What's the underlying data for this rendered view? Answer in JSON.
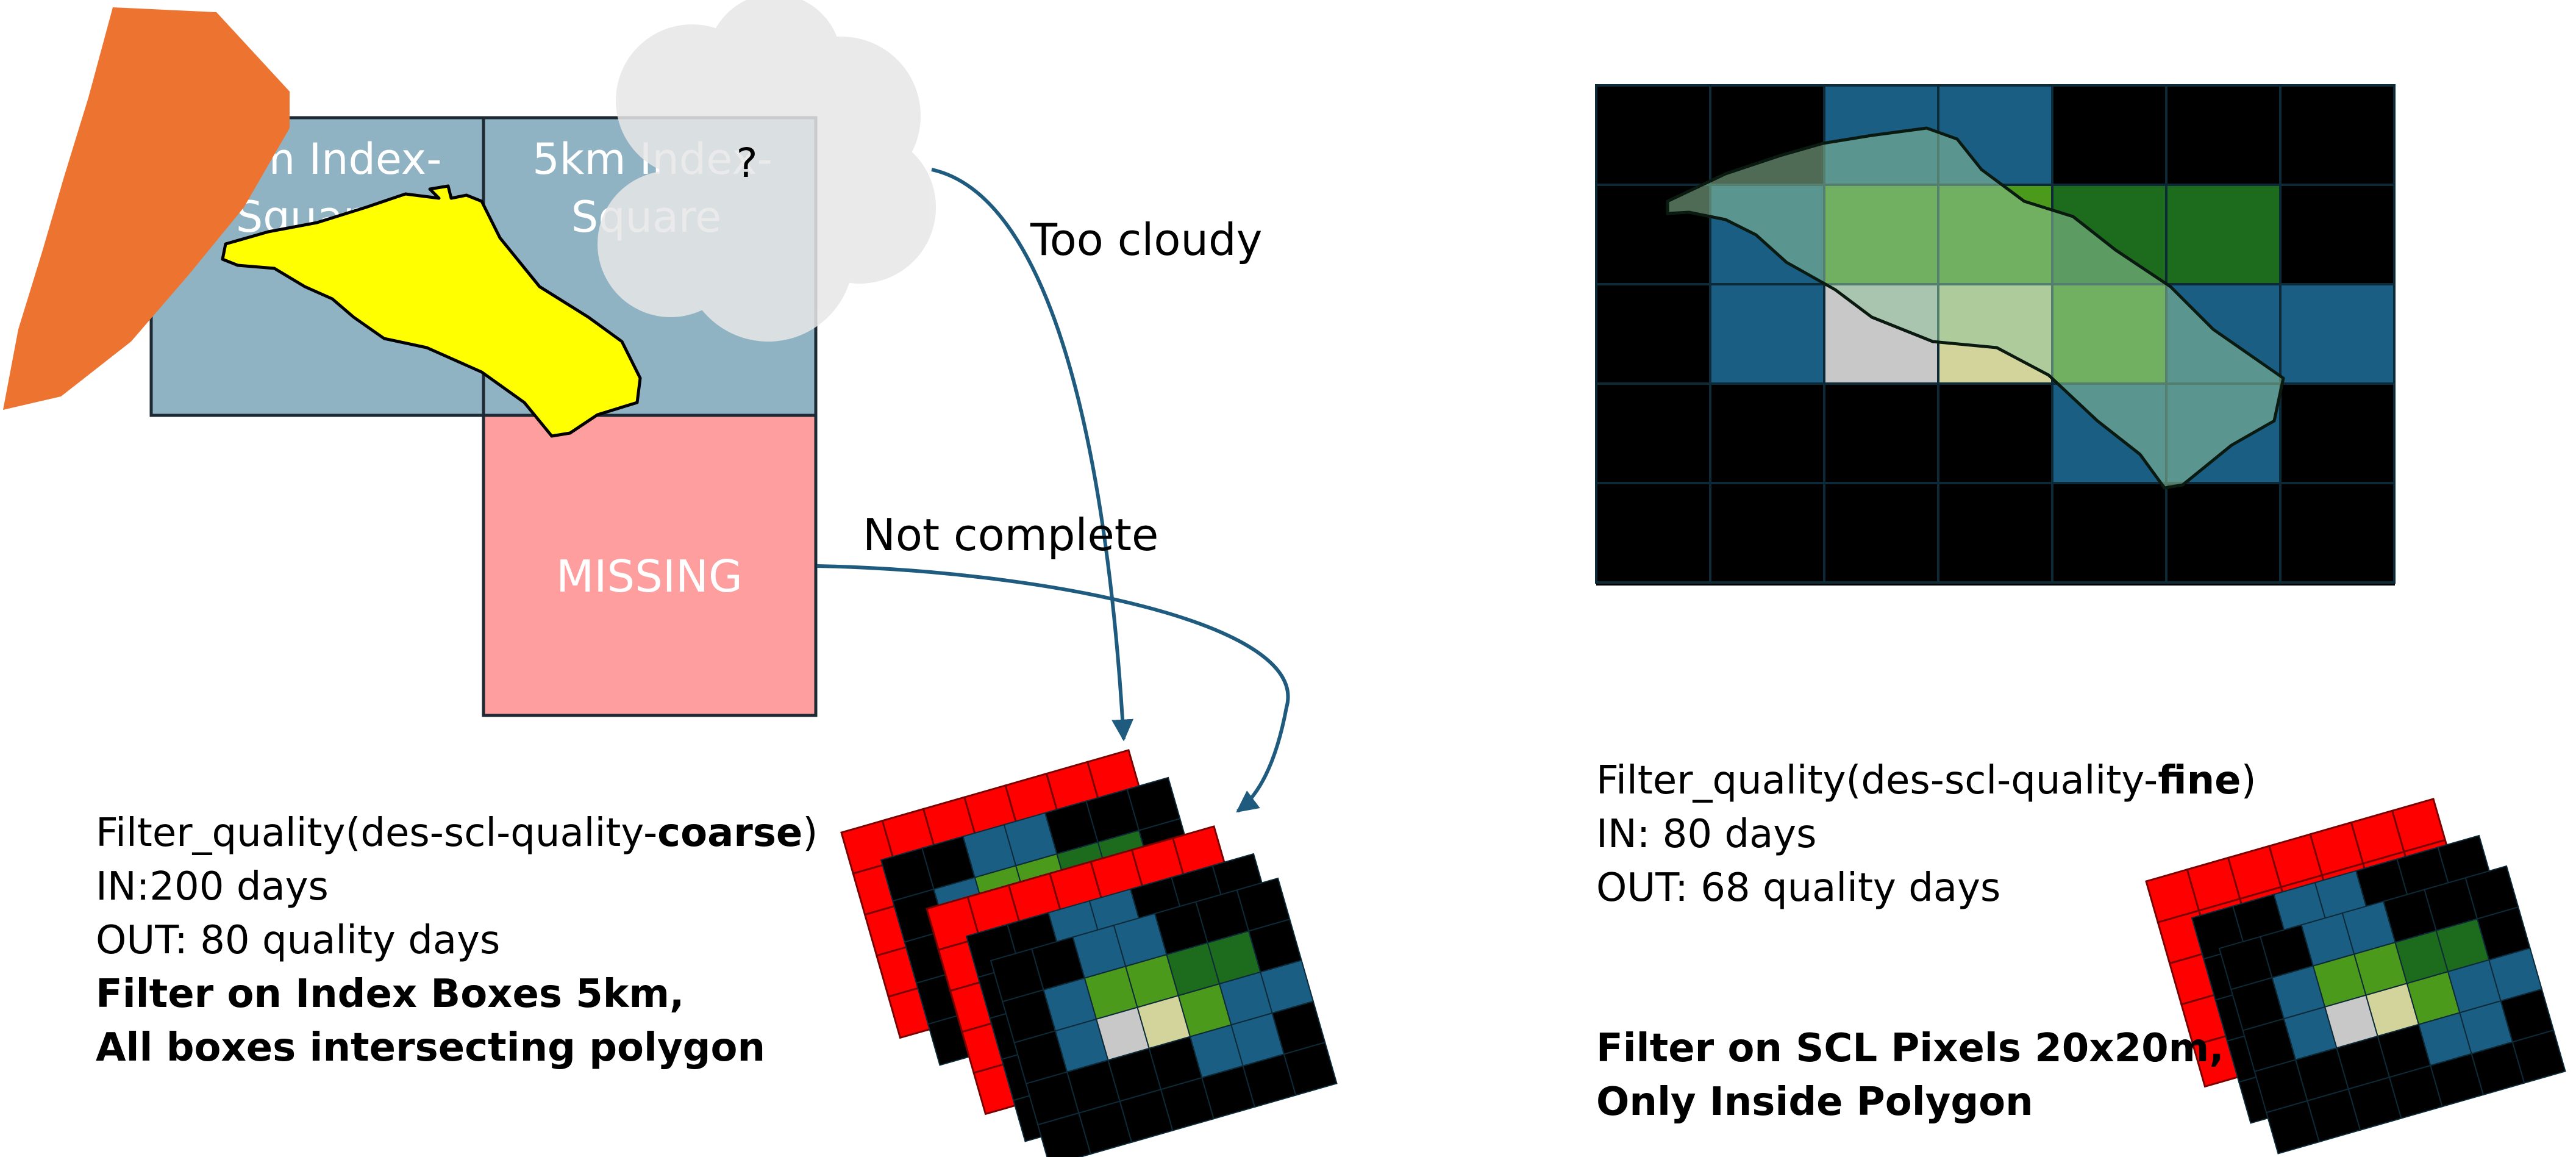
{
  "left_panel": {
    "square1_label": [
      "km Index-",
      "Square"
    ],
    "square2_label": [
      "5km Index-",
      "Square"
    ],
    "cloud_mark": "?",
    "missing_label": "MISSING",
    "too_cloudy_label": "Too cloudy",
    "not_complete_label": "Not complete",
    "caption": {
      "line1_prefix": "Filter_quality(des-scl-quality-",
      "line1_bold": "coarse",
      "line1_suffix": ")",
      "line2": "IN:200 days",
      "line3": "OUT: 80 quality days",
      "line4": "Filter on Index Boxes 5km,",
      "line5": "All boxes intersecting polygon"
    }
  },
  "right_panel": {
    "caption": {
      "line1_prefix": "Filter_quality(des-scl-quality-",
      "line1_bold": "fine",
      "line1_suffix": ")",
      "line2": "IN: 80 days",
      "line3": "OUT: 68 quality days",
      "line4": "Filter on SCL Pixels 20x20m,",
      "line5": "Only Inside Polygon"
    }
  },
  "colors": {
    "index_square": "#90b3c4",
    "missing_square": "#ff9e9f",
    "polygon": "#ffff00",
    "orange_shape": "#ed7430",
    "cloud": "#e7e7e7",
    "arrow": "#1f5b7e",
    "scl_black": "#000000",
    "scl_blue": "#1a5e84",
    "scl_green_dark": "#1d6b1d",
    "scl_green": "#4c9a1b",
    "scl_pale": "#d3d49b",
    "scl_gray": "#c8c8c8",
    "scl_red": "#ff0000"
  }
}
